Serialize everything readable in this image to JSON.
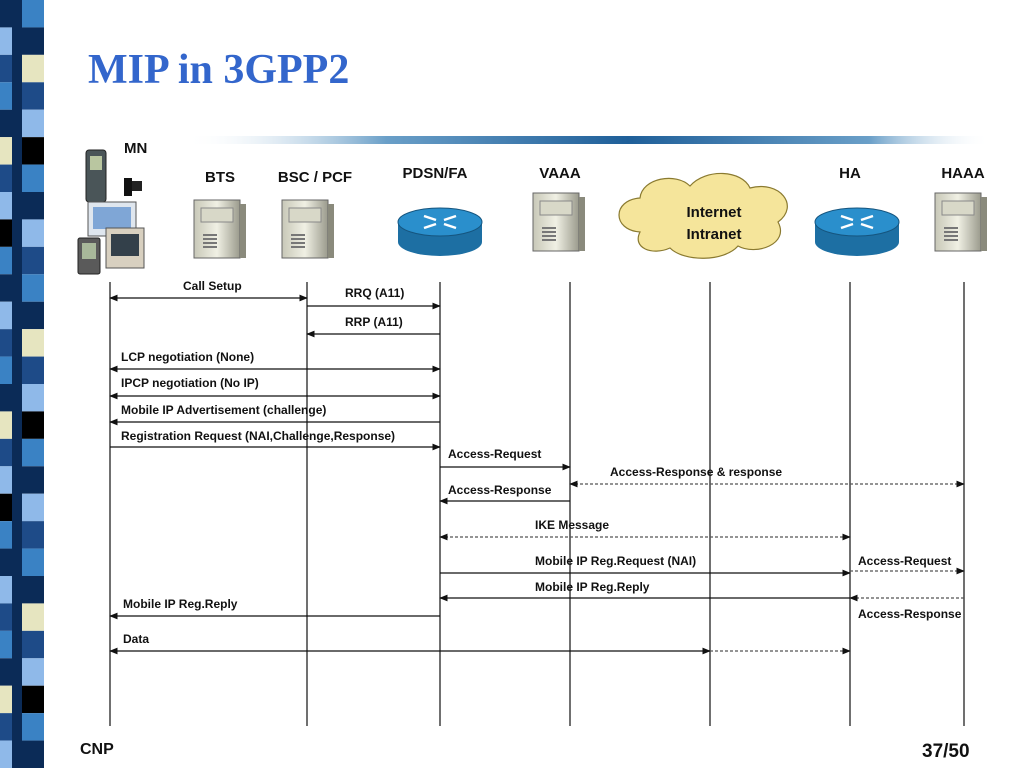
{
  "slide": {
    "title": "MIP in 3GPP2",
    "footer_left": "CNP",
    "page_number": "37/50"
  },
  "colors": {
    "title": "#3366cc",
    "stripe": [
      "#0b2b57",
      "#8fb9e9",
      "#1e4b88",
      "#3a82c4",
      "#0b2b57",
      "#e6e5c0",
      "#1e4b88",
      "#8fb9e9",
      "#000000",
      "#3a82c4"
    ],
    "router": "#2a8fcc",
    "cloud": "#f5e59b"
  },
  "entities": {
    "mn": "MN",
    "bts": "BTS",
    "bsc": "BSC / PCF",
    "pdsn": "PDSN/FA",
    "vaaa": "VAAA",
    "ha": "HA",
    "haaa": "HAAA",
    "cloud_line1": "Internet",
    "cloud_line2": "Intranet"
  },
  "icons": {
    "mn": "mobile-devices-icon",
    "bts": "server-icon",
    "bsc": "server-icon",
    "pdsn": "router-icon",
    "vaaa": "server-icon",
    "cloud": "cloud-icon",
    "ha": "router-icon",
    "haaa": "server-icon"
  },
  "messages": [
    {
      "text": "Call Setup",
      "from": "mn",
      "to": "bsc",
      "arrows": "both",
      "style": "solid"
    },
    {
      "text": "RRQ (A11)",
      "from": "bsc",
      "to": "pdsn",
      "arrows": "to",
      "style": "solid"
    },
    {
      "text": "RRP (A11)",
      "from": "pdsn",
      "to": "bsc",
      "arrows": "to",
      "style": "solid"
    },
    {
      "text": "LCP negotiation (None)",
      "from": "mn",
      "to": "pdsn",
      "arrows": "both",
      "style": "solid"
    },
    {
      "text": "IPCP negotiation (No IP)",
      "from": "mn",
      "to": "pdsn",
      "arrows": "both",
      "style": "solid"
    },
    {
      "text": "Mobile IP Advertisement (challenge)",
      "from": "pdsn",
      "to": "mn",
      "arrows": "to",
      "style": "solid"
    },
    {
      "text": "Registration Request (NAI,Challenge,Response)",
      "from": "mn",
      "to": "pdsn",
      "arrows": "to",
      "style": "solid"
    },
    {
      "text": "Access-Request",
      "from": "pdsn",
      "to": "vaaa",
      "arrows": "to",
      "style": "solid"
    },
    {
      "text": "Access-Response & response",
      "from": "vaaa",
      "to": "haaa",
      "arrows": "both",
      "style": "dashed"
    },
    {
      "text": "Access-Response",
      "from": "vaaa",
      "to": "pdsn",
      "arrows": "to",
      "style": "solid"
    },
    {
      "text": "IKE Message",
      "from": "pdsn",
      "to": "ha",
      "arrows": "both",
      "style": "dashed"
    },
    {
      "text": "Mobile IP Reg.Request (NAI)",
      "from": "pdsn",
      "to": "ha",
      "arrows": "to",
      "style": "solid"
    },
    {
      "text": "Access-Request",
      "from": "ha",
      "to": "haaa",
      "arrows": "to",
      "style": "dashed"
    },
    {
      "text": "Mobile IP Reg.Reply",
      "from": "ha",
      "to": "pdsn",
      "arrows": "to",
      "style": "solid"
    },
    {
      "text": "Access-Response",
      "from": "haaa",
      "to": "ha",
      "arrows": "to",
      "style": "dashed"
    },
    {
      "text": "Mobile IP Reg.Reply",
      "from": "pdsn",
      "to": "mn",
      "arrows": "to",
      "style": "solid"
    },
    {
      "text": "Data",
      "from": "mn",
      "to": "ha",
      "arrows": "both",
      "style": "solid-then-dashed"
    }
  ]
}
